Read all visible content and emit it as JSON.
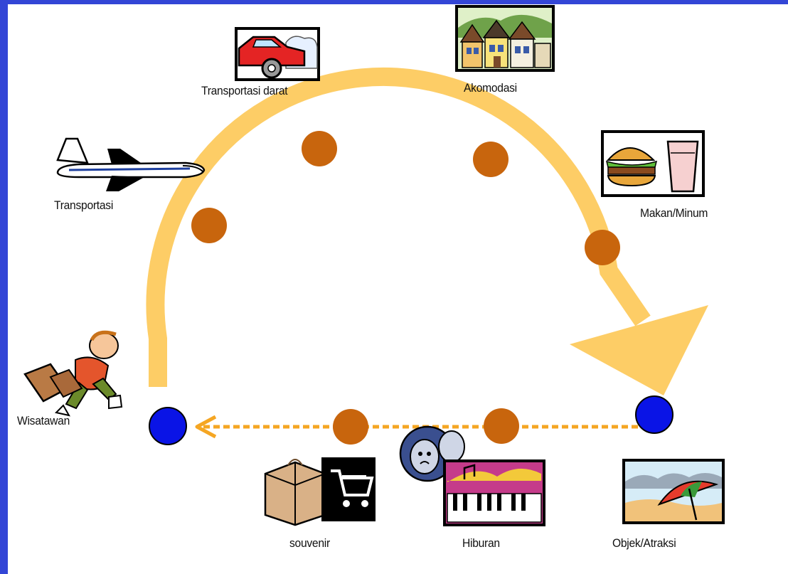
{
  "colors": {
    "frame": "#3346d6",
    "arc": "#fdcd66",
    "node_orange": "#c8650d",
    "node_blue": "#0a14e6",
    "return_arrow": "#f5a623"
  },
  "labels": {
    "transportasi_darat": "Transportasi darat",
    "akomodasi": "Akomodasi",
    "transportasi": "Transportasi",
    "makan_minum": "Makan/Minum",
    "wisatawan": "Wisatawan",
    "souvenir": "souvenir",
    "hiburan": "Hiburan",
    "objek_atraksi": "Objek/Atraksi"
  },
  "icons": {
    "car": "car-icon",
    "houses": "houses-icon",
    "airplane": "airplane-icon",
    "food": "burger-drink-icon",
    "tourist": "running-tourist-icon",
    "shopping": "shopping-cart-icon",
    "entertainment": "theater-music-icon",
    "beach": "beach-umbrella-icon"
  }
}
